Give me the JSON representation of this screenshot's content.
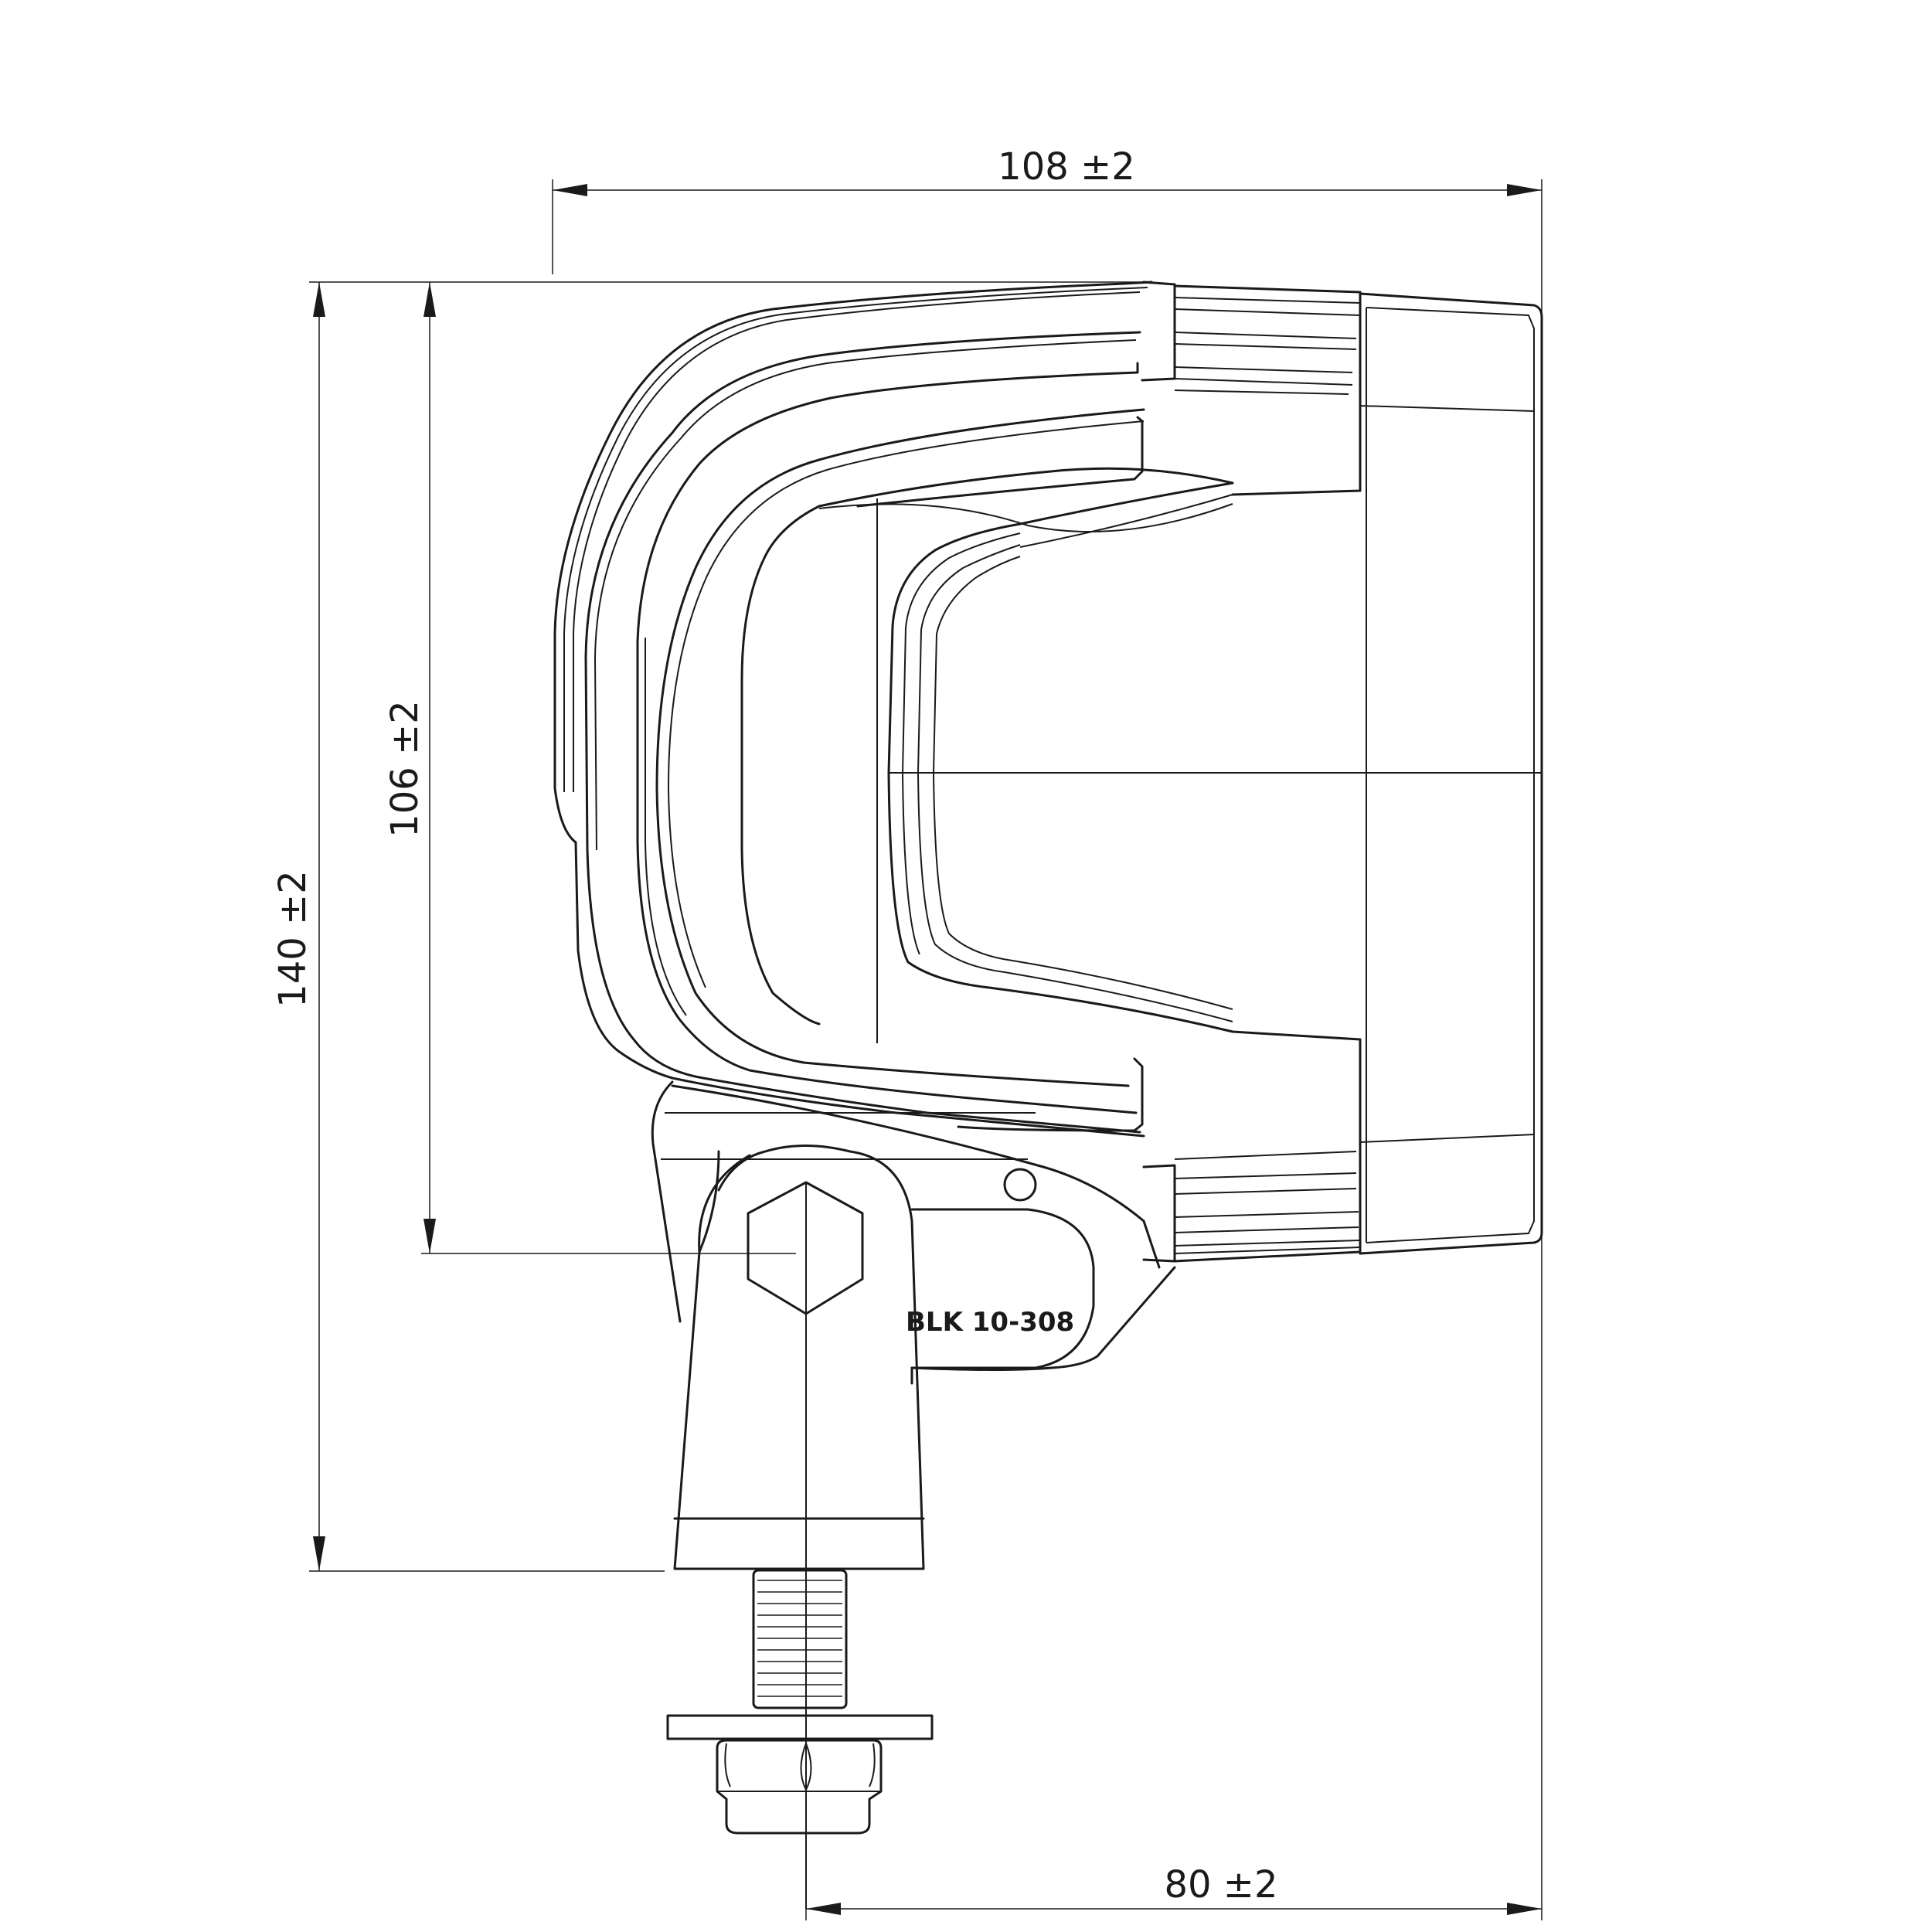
{
  "dimensions": {
    "overall_width": "108 ±2",
    "lamp_height": "106 ±2",
    "overall_height": "140 ±2",
    "mount_offset": "80 ±2"
  },
  "part_marking": "BLK 10-308"
}
